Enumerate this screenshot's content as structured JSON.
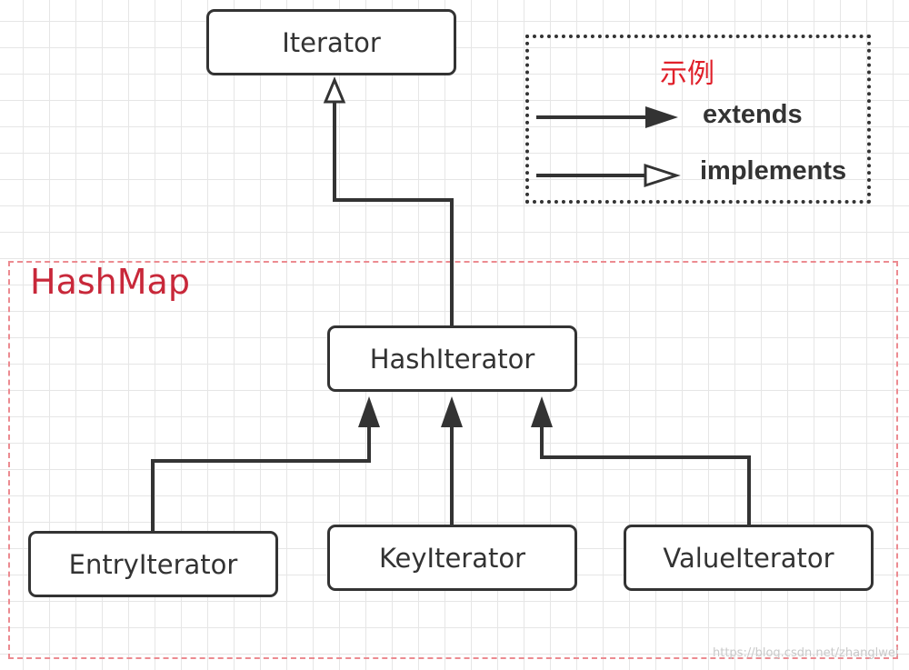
{
  "diagram": {
    "group_label": "HashMap",
    "nodes": {
      "iterator": "Iterator",
      "hashiterator": "HashIterator",
      "entryiterator": "EntryIterator",
      "keyiterator": "KeyIterator",
      "valueiterator": "ValueIterator"
    },
    "edges": [
      {
        "from": "HashIterator",
        "to": "Iterator",
        "type": "implements"
      },
      {
        "from": "EntryIterator",
        "to": "HashIterator",
        "type": "extends"
      },
      {
        "from": "KeyIterator",
        "to": "HashIterator",
        "type": "extends"
      },
      {
        "from": "ValueIterator",
        "to": "HashIterator",
        "type": "extends"
      }
    ]
  },
  "legend": {
    "title": "示例",
    "extends_label": "extends",
    "implements_label": "implements"
  },
  "watermark": "https://blog.csdn.net/zhanglwei",
  "colors": {
    "stroke": "#333333",
    "group_label": "#c8283a",
    "group_border": "#ec8b91",
    "legend_title": "#e0202a"
  }
}
